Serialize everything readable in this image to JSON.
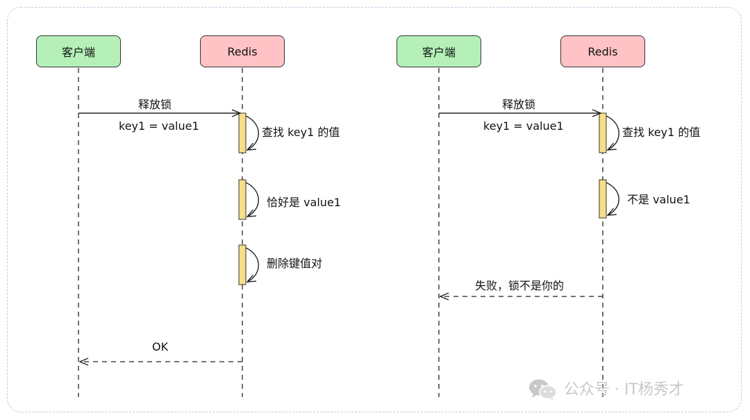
{
  "left": {
    "client_label": "客户端",
    "redis_label": "Redis",
    "request_label": "释放锁",
    "request_sub": "key1 = value1",
    "step1": "查找 key1 的值",
    "step2": "恰好是 value1",
    "step3": "删除键值对",
    "response_label": "OK"
  },
  "right": {
    "client_label": "客户端",
    "redis_label": "Redis",
    "request_label": "释放锁",
    "request_sub": "key1 = value1",
    "step1": "查找 key1 的值",
    "step2": "不是 value1",
    "response_label": "失败，锁不是你的"
  },
  "watermark": "公众号 · IT杨秀才",
  "colors": {
    "client_fill": "#b4f0b8",
    "redis_fill": "#ffc3c6",
    "activation_fill": "#f6df86",
    "frame_border": "#b9cde0"
  }
}
